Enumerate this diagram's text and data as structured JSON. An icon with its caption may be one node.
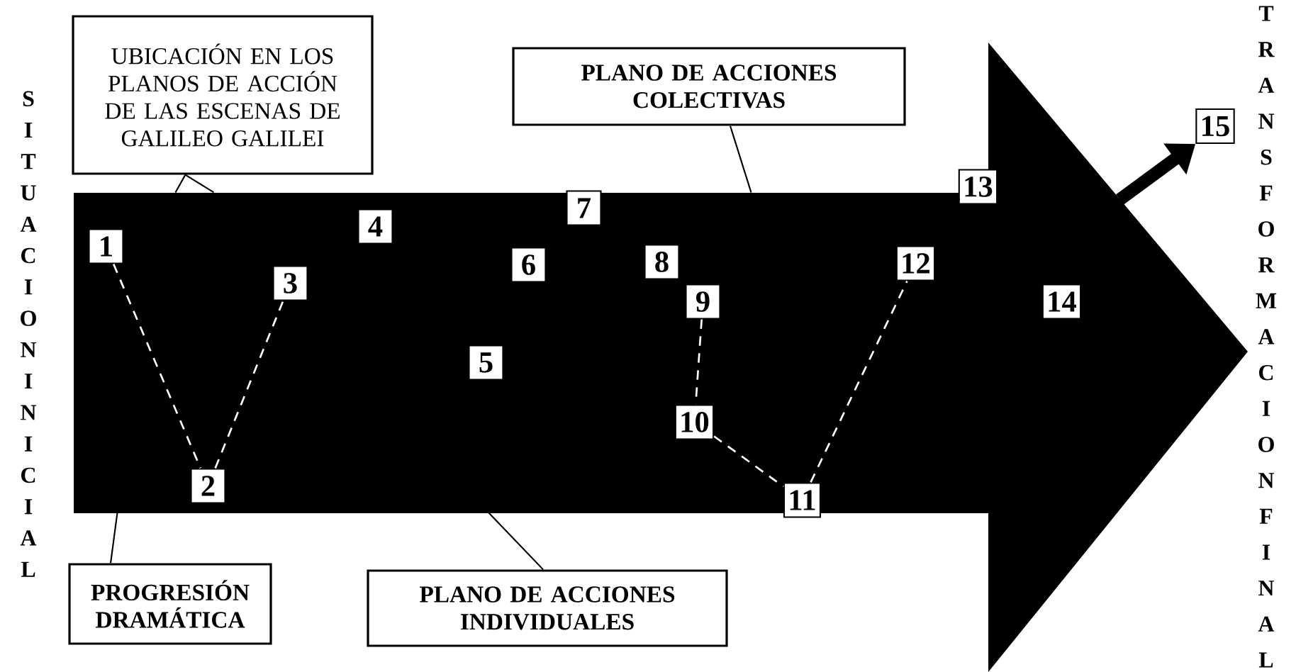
{
  "diagram": {
    "nodes": [
      {
        "text": [],
        "shape": "arrow"
      },
      {
        "text": [
          "UBICACIÓN EN LOS PLANOS DE ACCIÓN DE LAS ESCENAS DE GALILEO GALILEI"
        ]
      },
      {
        "text": [
          "PLANO DE ACCIONES COLECTIVAS"
        ]
      },
      {
        "text": [
          "1"
        ],
        "in": 0
      },
      {
        "text": [
          "2"
        ],
        "in": 0
      },
      {
        "text": [
          "3"
        ],
        "in": 0
      },
      {
        "text": [
          "4"
        ],
        "in": 0
      },
      {
        "text": [
          "5"
        ],
        "in": 0
      },
      {
        "text": [
          "6"
        ],
        "in": 0
      },
      {
        "text": [
          "7"
        ],
        "in": 0
      },
      {
        "text": [
          "8"
        ],
        "in": 0
      },
      {
        "text": [
          "9"
        ],
        "in": 0
      },
      {
        "text": [
          "10"
        ],
        "in": 0
      },
      {
        "text": [
          "11"
        ],
        "in": 0
      },
      {
        "text": [
          "12"
        ],
        "in": 0
      },
      {
        "text": [
          "13"
        ],
        "in": 0
      },
      {
        "text": [
          "14"
        ],
        "in": 0
      },
      {
        "text": [
          "15"
        ]
      },
      {
        "text": [
          "PROGRESIÓN DRAMÁTICA"
        ]
      },
      {
        "text": [
          "PLANO DE ACCIONES INDIVIDUALES"
        ]
      }
    ],
    "edges": [
      {
        "from": 0,
        "to": 17,
        "arrow": "to",
        "style": "thick"
      },
      {
        "from": 1,
        "to": 0,
        "arrow": "none"
      },
      {
        "from": 2,
        "to": 0,
        "arrow": "none"
      },
      {
        "from": 18,
        "to": 0,
        "arrow": "none"
      },
      {
        "from": 19,
        "to": 0,
        "arrow": "none"
      },
      {
        "from": 3,
        "to": 4,
        "arrow": "none",
        "style": "dashed",
        "color": "#ffffff"
      },
      {
        "from": 4,
        "to": 5,
        "arrow": "none",
        "style": "dashed",
        "color": "#ffffff"
      },
      {
        "from": 11,
        "to": 12,
        "arrow": "none",
        "style": "dashed",
        "color": "#ffffff"
      },
      {
        "from": 12,
        "to": 13,
        "arrow": "none",
        "style": "dashed",
        "color": "#ffffff"
      },
      {
        "from": 13,
        "to": 14,
        "arrow": "none",
        "style": "dashed",
        "color": "#ffffff"
      }
    ],
    "labels": [
      "SITUACION INICIAL",
      "TRANSFORMACION FINAL"
    ]
  }
}
